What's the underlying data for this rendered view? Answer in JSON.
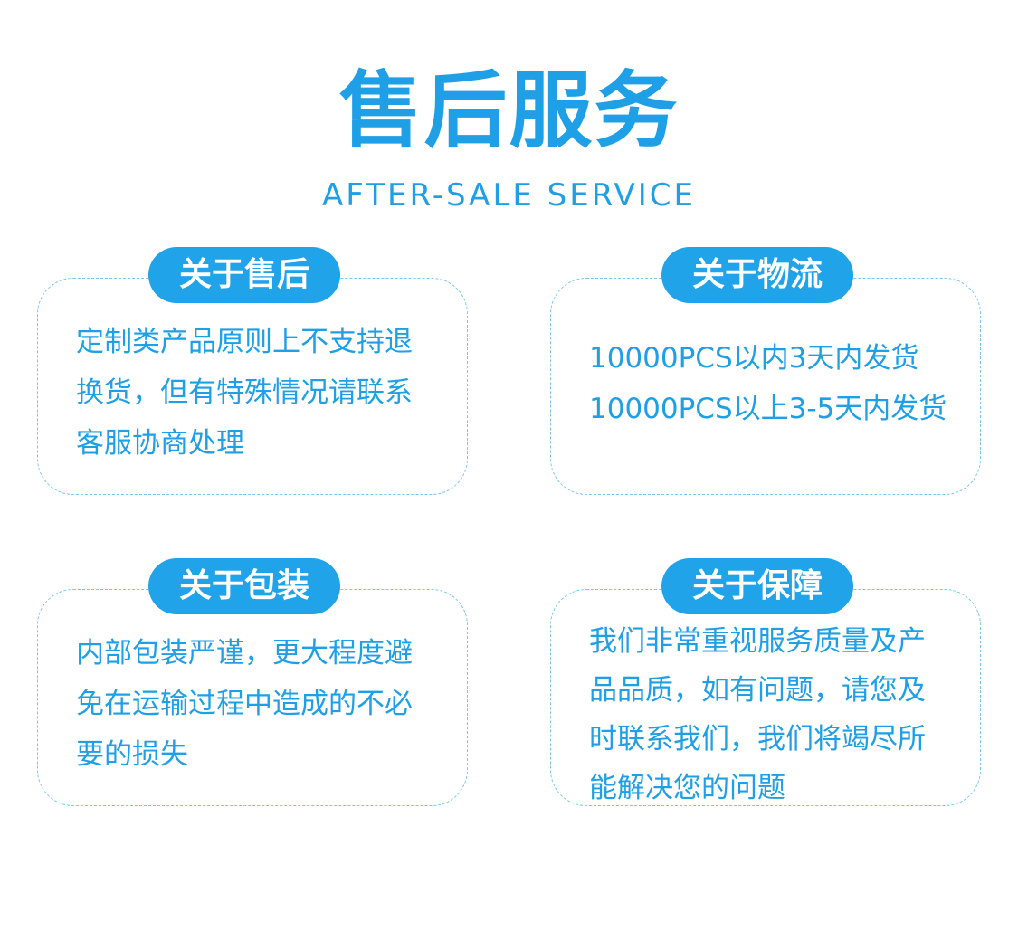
{
  "header": {
    "title": "售后服务",
    "subtitle": "AFTER-SALE  SERVICE"
  },
  "cards": [
    {
      "label": "关于售后",
      "lines": [
        "定制类产品原则上不支持退",
        "换货，但有特殊情况请联系",
        "客服协商处理"
      ]
    },
    {
      "label": "关于物流",
      "lines": [
        "10000PCS以内3天内发货",
        "10000PCS以上3-5天内发货"
      ]
    },
    {
      "label": "关于包装",
      "lines": [
        "内部包装严谨，更大程度避",
        "免在运输过程中造成的不必",
        "要的损失"
      ]
    },
    {
      "label": "关于保障",
      "lines": [
        "我们非常重视服务质量及产",
        "品品质，如有问题，请您及",
        "时联系我们，我们将竭尽所",
        "能解决您的问题"
      ]
    }
  ],
  "colors": {
    "accent": "#1fa0e6",
    "badge": "#21a3ea",
    "border": "#79c6ec"
  }
}
